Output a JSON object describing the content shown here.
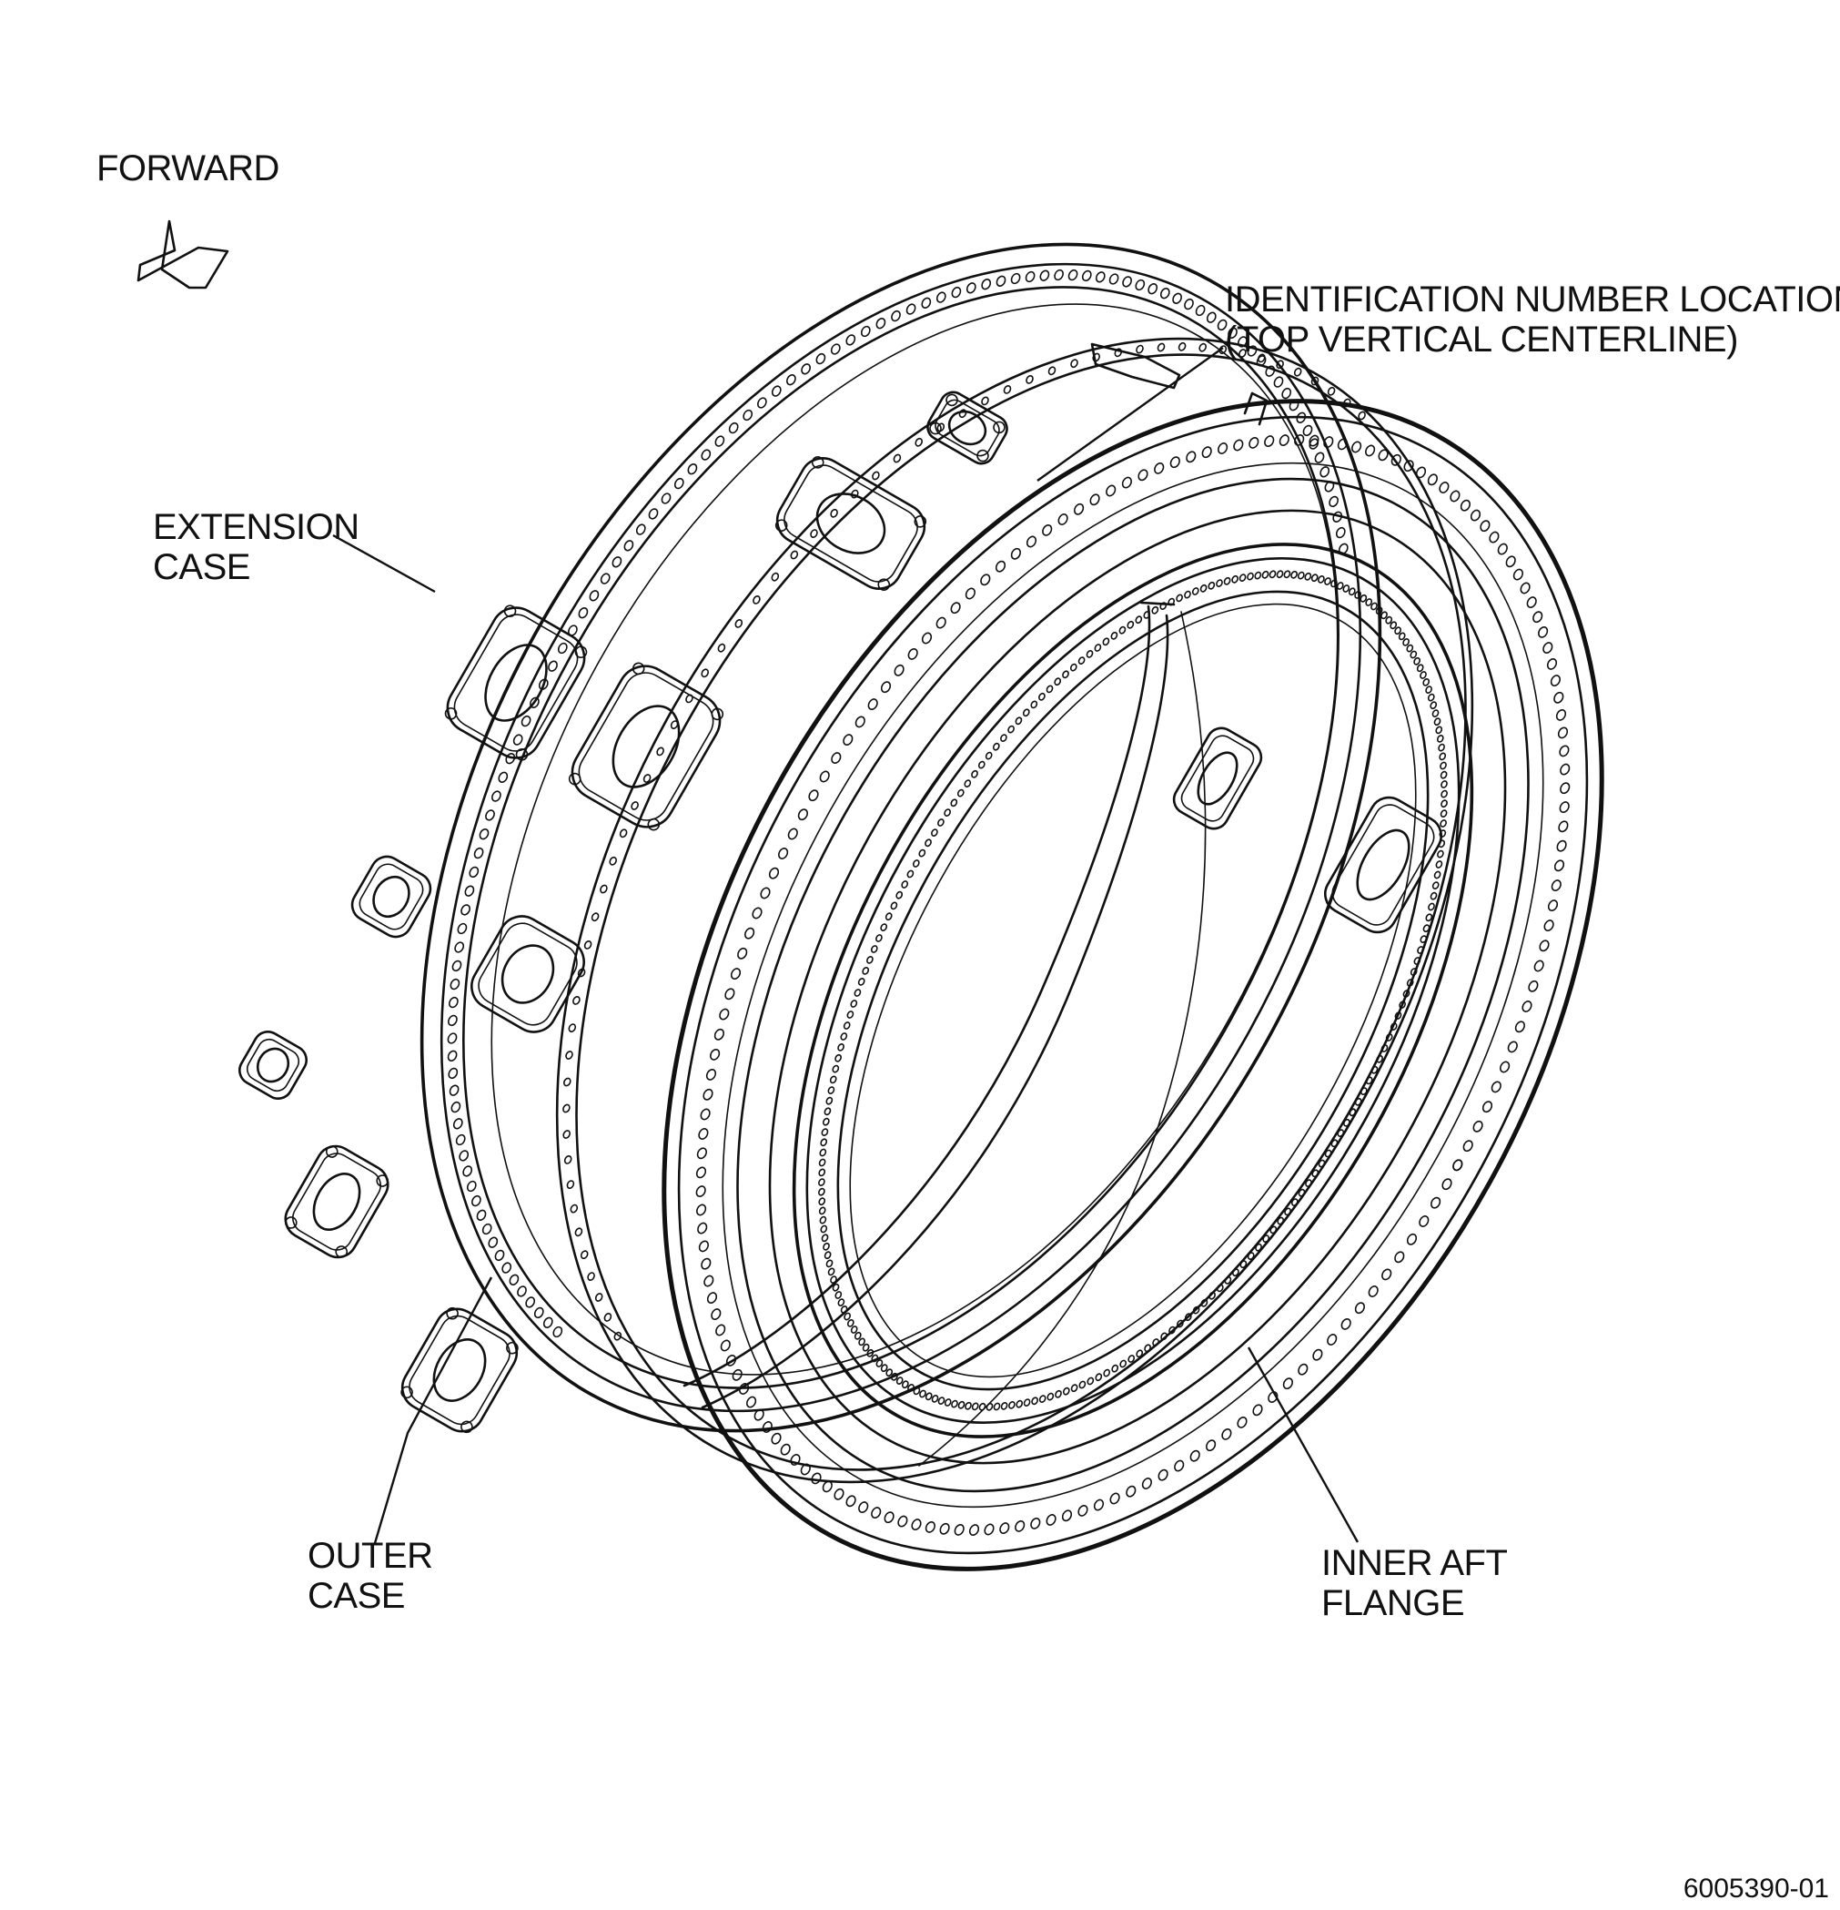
{
  "labels": {
    "forward": "FORWARD",
    "id_location_line1": "IDENTIFICATION NUMBER LOCATION",
    "id_location_line2": "(TOP VERTICAL CENTERLINE)",
    "extension_case_line1": "EXTENSION",
    "extension_case_line2": "CASE",
    "outer_case_line1": "OUTER",
    "outer_case_line2": "CASE",
    "inner_aft_flange_line1": "INNER AFT",
    "inner_aft_flange_line2": "FLANGE",
    "figure_number": "6005390-01"
  }
}
